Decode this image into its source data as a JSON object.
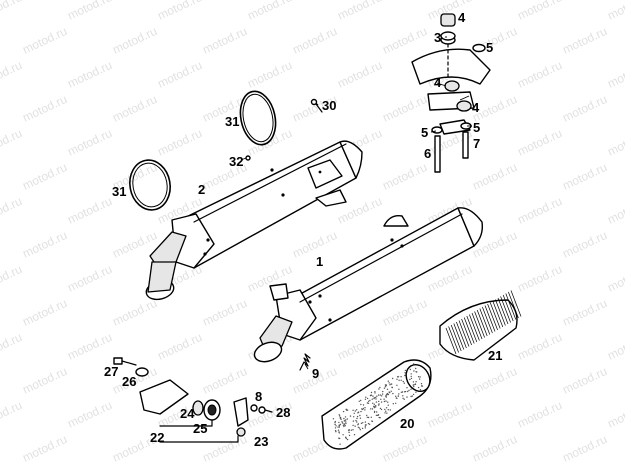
{
  "watermark": "motod.ru",
  "callouts": {
    "c1": "1",
    "c2": "2",
    "c3": "3",
    "c4a": "4",
    "c4b": "4",
    "c4c": "4",
    "c5a": "5",
    "c5b": "5",
    "c5c": "5",
    "c6": "6",
    "c7": "7",
    "c8": "8",
    "c9": "9",
    "c20": "20",
    "c21": "21",
    "c22": "22",
    "c23": "23",
    "c24": "24",
    "c25": "25",
    "c26": "26",
    "c27": "27",
    "c28": "28",
    "c30": "30",
    "c31a": "31",
    "c31b": "31",
    "c32": "32"
  }
}
